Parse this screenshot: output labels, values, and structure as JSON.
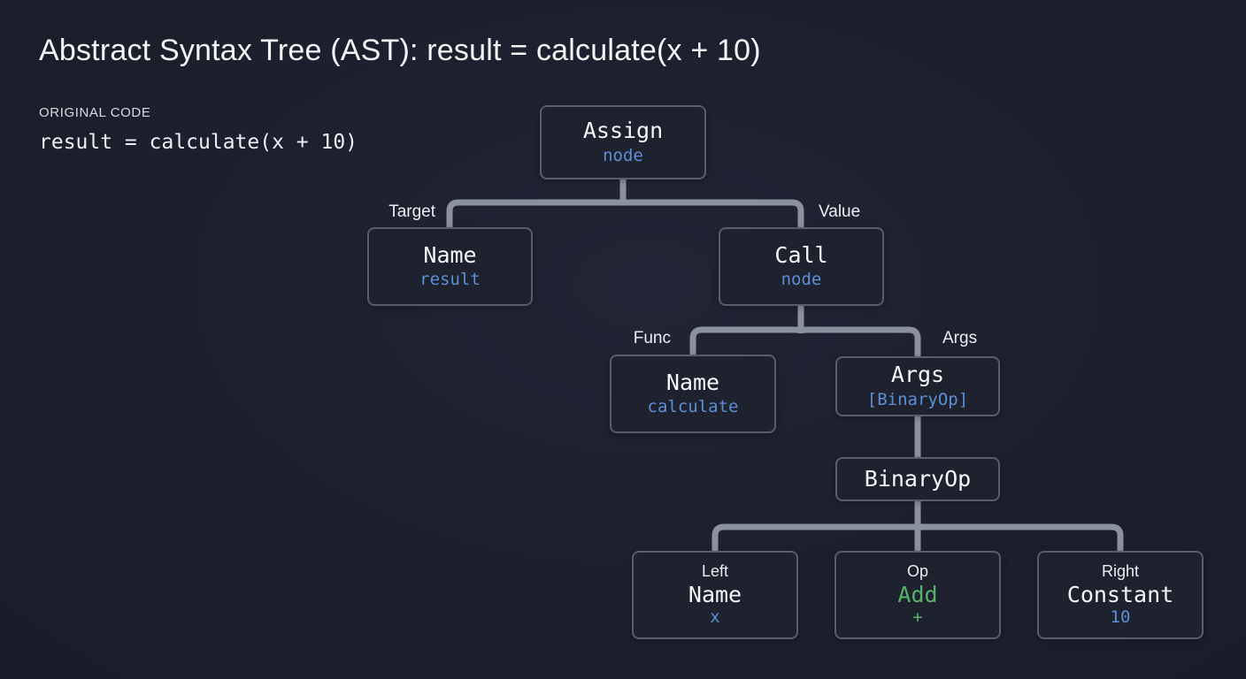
{
  "title": "Abstract Syntax Tree (AST): result = calculate(x + 10)",
  "original_code": {
    "label": "ORIGINAL CODE",
    "code": "result = calculate(x + 10)"
  },
  "colors": {
    "background": "#1b1f2c",
    "node_fill": "#1d222e",
    "node_border": "#565d6c",
    "connector_gray": "#8b919d",
    "accent_blue": "#5c8fd6",
    "accent_green": "#57b269",
    "text_white": "#f5f6f8"
  },
  "tree": {
    "nodes": {
      "assign": {
        "name": "Assign",
        "value": "node"
      },
      "target_name": {
        "name": "Name",
        "value": "result"
      },
      "call": {
        "name": "Call",
        "value": "node"
      },
      "func_name": {
        "name": "Name",
        "value": "calculate"
      },
      "args": {
        "name": "Args",
        "value": "[BinaryOp]"
      },
      "binary_op": {
        "name": "BinaryOp"
      },
      "left": {
        "label": "Left",
        "name": "Name",
        "value": "x"
      },
      "op": {
        "label": "Op",
        "name": "Add",
        "value": "+"
      },
      "right": {
        "label": "Right",
        "name": "Constant",
        "value": "10"
      }
    },
    "edge_labels": {
      "target": "Target",
      "value": "Value",
      "func": "Func",
      "args": "Args"
    }
  }
}
